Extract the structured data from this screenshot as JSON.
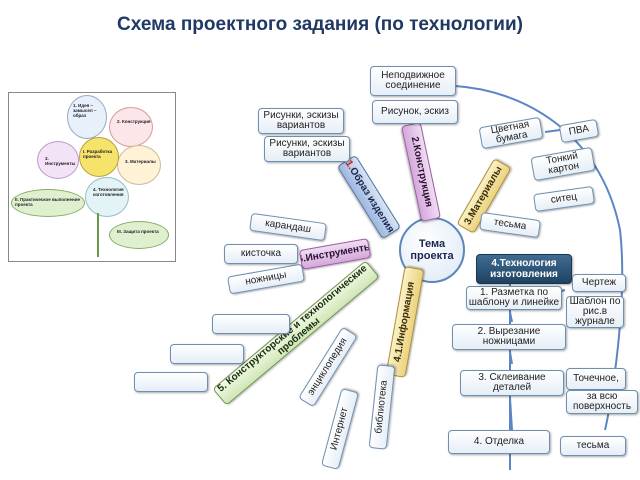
{
  "title": "Схема проектного задания (по технологии)",
  "center": "Тема проекта",
  "branches": {
    "b1_num": "1.",
    "b1_text": " Образ изделия",
    "b2": "2.Конструкция",
    "b3": "3.Материалы",
    "b4": "4.1.Информация",
    "b5": "5. Конструкторские и технологические проблемы",
    "b6": "6.Инструменты",
    "b7": "4.Технология изготовления"
  },
  "nodes": {
    "fixed_joint": "Неподвижное соединение",
    "drawing_sketch": "Рисунок, эскиз",
    "sketches_1": "Рисунки, эскизы вариантов",
    "sketches_2": "Рисунки, эскизы вариантов",
    "colored_paper": "Цветная бумага",
    "pva": "ПВА",
    "thin_cardboard": "Тонкий картон",
    "cotton_thread": "ситец",
    "fabric": "тесьма",
    "pencil": "карандаш",
    "brush": "кисточка",
    "scissors": "ножницы",
    "encyclopedia": "энциклопедия",
    "internet": "Интернет",
    "library": "библиотека",
    "blank_1": "",
    "blank_2": "",
    "blank_3": ""
  },
  "steps": {
    "s1": "1. Разметка по шаблону и линейке",
    "s2": "2. Вырезание ножницами",
    "s3": "3. Склеивание деталей",
    "s4": "4. Отделка",
    "drawing": "Чертеж",
    "template": "Шаблон по рис.в журнале",
    "pointwise": "Точечное,",
    "whole_surface": "за всю поверхность",
    "ribbon": "тесьма"
  },
  "flower": {
    "petal_idea": "1. Идея – замысел – образ",
    "petal_construction": "2. Конструкция",
    "petal_tools": "3. Инструменты",
    "petal_materials": "3. Материалы",
    "petal_technology": "4. Технология изготовления",
    "center": "I. Разработка проекта",
    "leaf_left": "II. Практическое выполнение проекта",
    "leaf_right": "III. Защита проекта"
  },
  "colors": {
    "title": "#1f3864",
    "connector": "#5b86c4",
    "green": "#cfe6b6",
    "blue": "#9db7df",
    "purple": "#d5a8db",
    "yellow": "#ecd27e",
    "dark": "#2e5677"
  }
}
